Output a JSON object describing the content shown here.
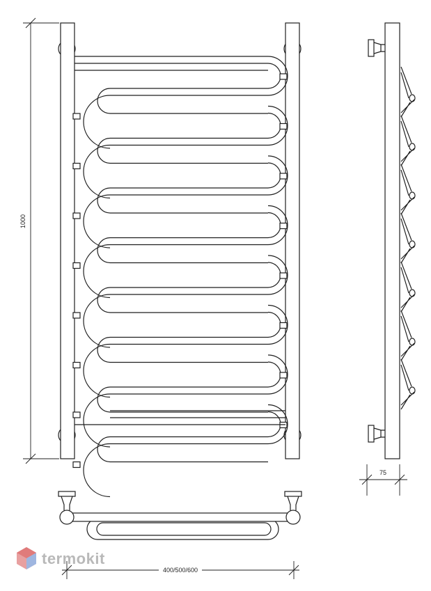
{
  "dimensions": {
    "height_label": "1000",
    "width_label": "400/500/600",
    "depth_label": "75"
  },
  "brand": {
    "name": "termokit",
    "logo_colors": [
      "#e8a0a0",
      "#9fb6e0",
      "#e07b7b"
    ]
  },
  "colors": {
    "line": "#1f1f1f",
    "background": "#ffffff"
  }
}
